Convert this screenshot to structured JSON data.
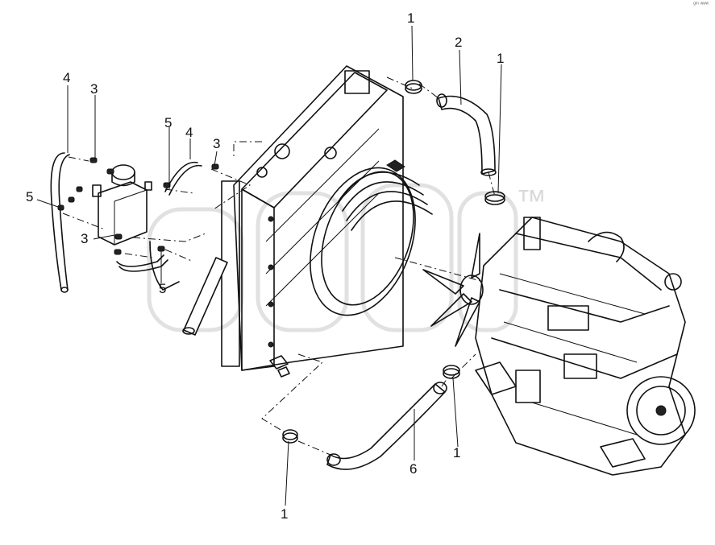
{
  "watermark": {
    "mark": "™"
  },
  "corner_note": "ᵍᵐ ʷʷʷ",
  "callouts": [
    "1",
    "2",
    "1",
    "4",
    "3",
    "5",
    "4",
    "3",
    "5",
    "3",
    "5",
    "1",
    "6",
    "1"
  ]
}
